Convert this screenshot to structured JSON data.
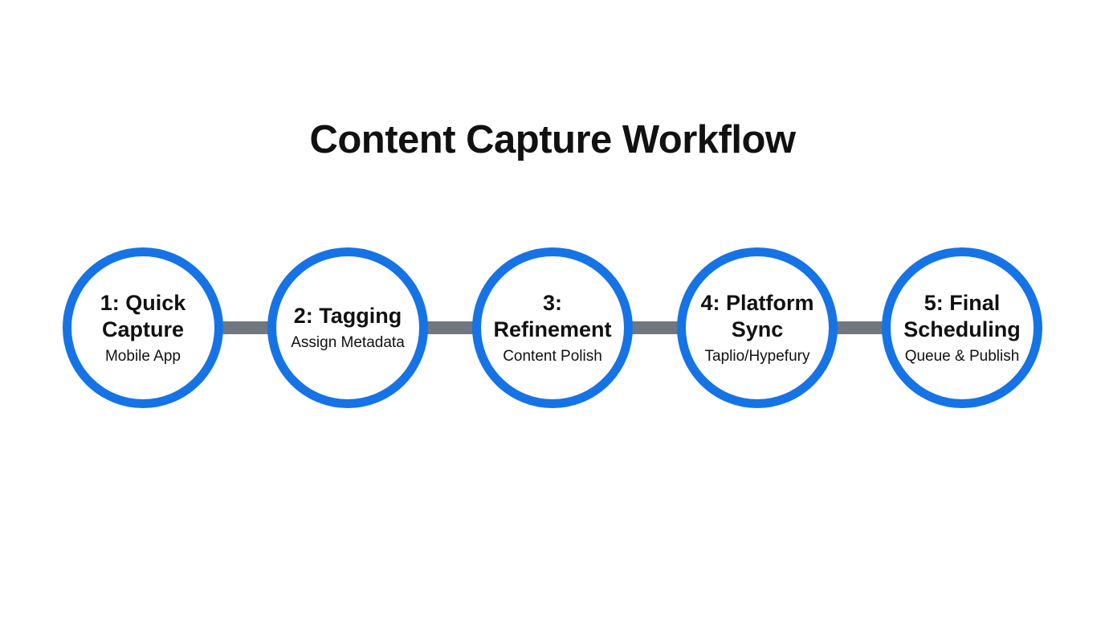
{
  "title": "Content Capture Workflow",
  "colors": {
    "background": "#ffffff",
    "circle_border": "#1673e6",
    "connector": "#6f7780",
    "text": "#111111"
  },
  "steps": [
    {
      "label": "1: Quick Capture",
      "sublabel": "Mobile App"
    },
    {
      "label": "2: Tagging",
      "sublabel": "Assign Metadata"
    },
    {
      "label": "3: Refinement",
      "sublabel": "Content Polish"
    },
    {
      "label": "4: Platform Sync",
      "sublabel": "Taplio/Hypefury"
    },
    {
      "label": "5: Final Scheduling",
      "sublabel": "Queue & Publish"
    }
  ]
}
